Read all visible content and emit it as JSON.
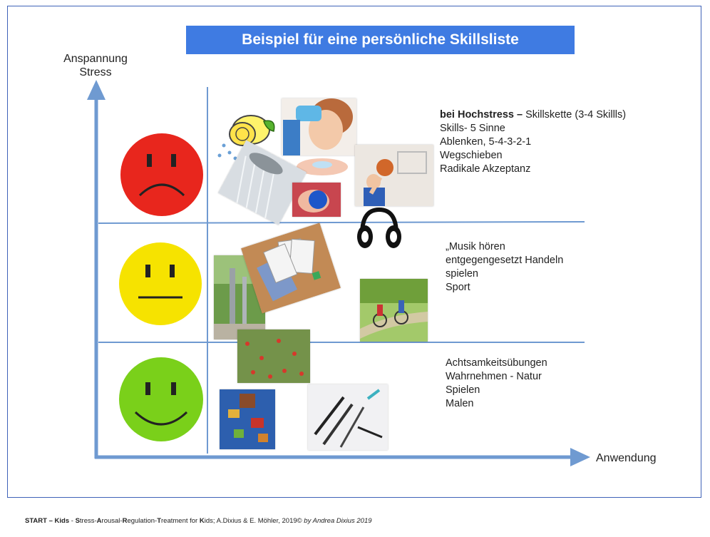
{
  "title": "Beispiel für eine persönliche Skillsliste",
  "axes": {
    "y_label_line1": "Anspannung",
    "y_label_line2": "Stress",
    "x_label": "Anwendung"
  },
  "colors": {
    "title_bg": "#3f7be2",
    "axis": "#6f9ad1",
    "face_red": "#e8261d",
    "face_yellow": "#f6e300",
    "face_green": "#7ad01a"
  },
  "levels": [
    {
      "face": "sad-face-icon",
      "lead_bold": "bei Hochstress –",
      "lead_rest": " Skillskette (3-4 Skillls)",
      "lines": [
        "Skills- 5 Sinne",
        "Ablenken, 5-4-3-2-1",
        "Wegschieben",
        "Radikale Akzeptanz"
      ]
    },
    {
      "face": "neutral-face-icon",
      "lines": [
        "„Musik hören",
        "entgegengesetzt Handeln",
        "spielen",
        "Sport"
      ]
    },
    {
      "face": "happy-face-icon",
      "lines": [
        "Achtsamkeitsübungen",
        "Wahrnehmen -  Natur",
        "Spielen",
        "Malen"
      ]
    }
  ],
  "footer": {
    "p1": "START – Kids",
    "p2": " - ",
    "p3": "S",
    "p4": "tress-",
    "p5": "A",
    "p6": "rousal-",
    "p7": "R",
    "p8": "egulation-",
    "p9": "T",
    "p10": "reatment for ",
    "p11": "K",
    "p12": "ids; A.Dixius & E. Möhler, 2019© ",
    "p13": "by Andrea Dixius 2019"
  }
}
